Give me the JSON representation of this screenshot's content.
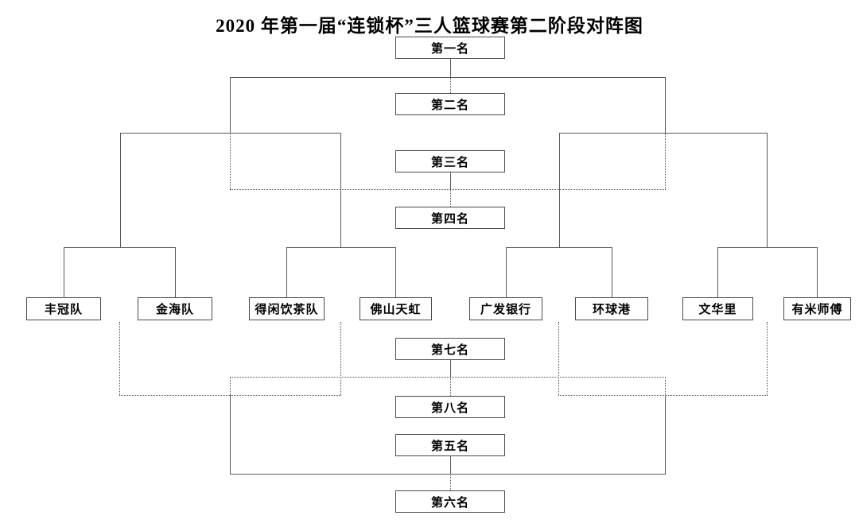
{
  "title": "2020 年第一届“连锁杯”三人篮球赛第二阶段对阵图",
  "bracket": {
    "placements": [
      {
        "id": "first",
        "label": "第一名"
      },
      {
        "id": "second",
        "label": "第二名"
      },
      {
        "id": "third",
        "label": "第三名"
      },
      {
        "id": "fourth",
        "label": "第四名"
      },
      {
        "id": "seventh",
        "label": "第七名"
      },
      {
        "id": "eighth",
        "label": "第八名"
      },
      {
        "id": "fifth",
        "label": "第五名"
      },
      {
        "id": "sixth",
        "label": "第六名"
      }
    ],
    "teams": [
      {
        "label": "丰冠队"
      },
      {
        "label": "金海队"
      },
      {
        "label": "得闲饮茶队"
      },
      {
        "label": "佛山天虹"
      },
      {
        "label": "广发银行"
      },
      {
        "label": "环球港"
      },
      {
        "label": "文华里"
      },
      {
        "label": "有米师傅"
      }
    ],
    "legend": {
      "winner_path_style": "solid",
      "loser_path_style": "dotted"
    },
    "colors": {
      "background": "#ffffff",
      "line": "#595959",
      "box_border": "#4a4a4a",
      "text": "#000000"
    }
  }
}
